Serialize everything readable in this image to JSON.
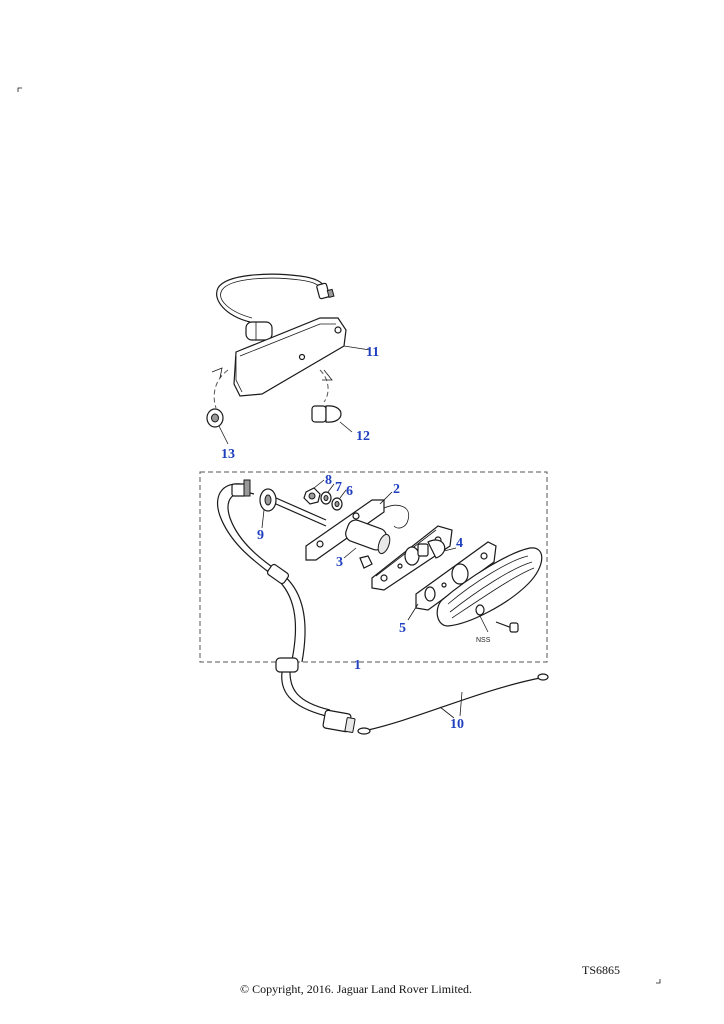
{
  "diagram": {
    "callouts": [
      {
        "id": "c11",
        "text": "11"
      },
      {
        "id": "c12",
        "text": "12"
      },
      {
        "id": "c13",
        "text": "13"
      },
      {
        "id": "c8",
        "text": "8"
      },
      {
        "id": "c7",
        "text": "7"
      },
      {
        "id": "c6",
        "text": "6"
      },
      {
        "id": "c2",
        "text": "2"
      },
      {
        "id": "c9",
        "text": "9"
      },
      {
        "id": "c4",
        "text": "4"
      },
      {
        "id": "c3",
        "text": "3"
      },
      {
        "id": "c5",
        "text": "5"
      },
      {
        "id": "c1",
        "text": "1"
      },
      {
        "id": "c10",
        "text": "10"
      }
    ],
    "lens_marking": "NSS"
  },
  "footer": {
    "reference": "TS6865",
    "copyright": "© Copyright, 2016. Jaguar Land Rover Limited."
  }
}
